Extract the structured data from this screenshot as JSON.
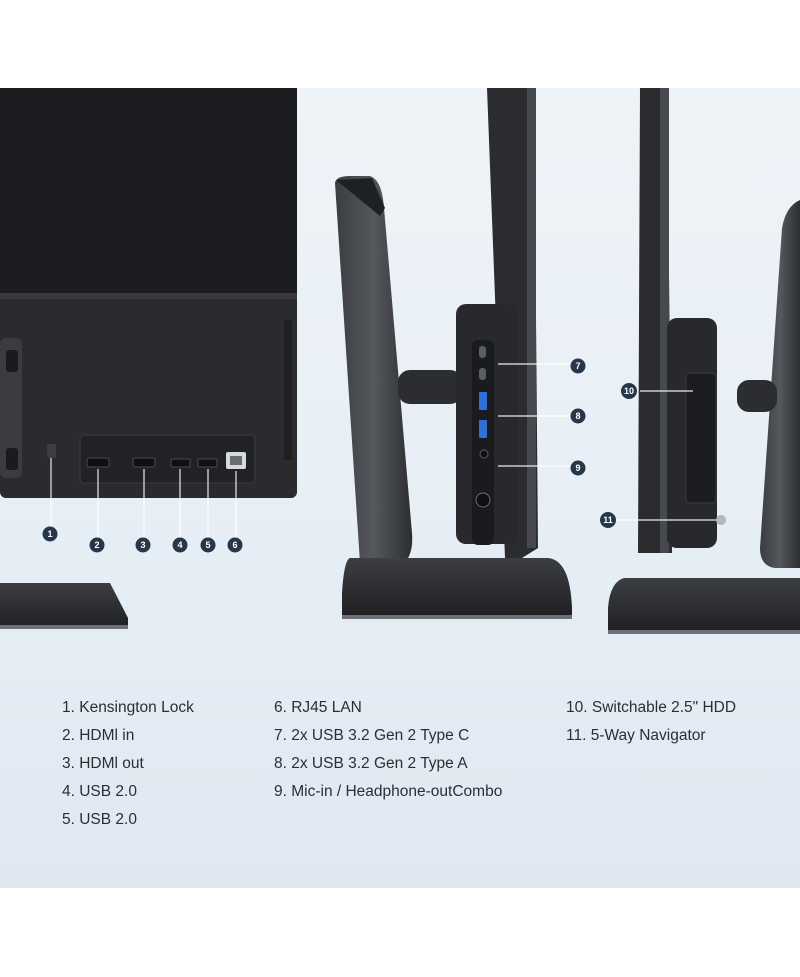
{
  "callouts": [
    "1",
    "2",
    "3",
    "4",
    "5",
    "6",
    "7",
    "8",
    "9",
    "10",
    "11"
  ],
  "legend": {
    "col1": [
      "1. Kensington Lock",
      "2. HDMl in",
      "3. HDMl out",
      "4. USB 2.0",
      "5. USB 2.0"
    ],
    "col2": [
      "6. RJ45 LAN",
      "7. 2x USB 3.2 Gen 2 Type C",
      "8. 2x USB 3.2 Gen 2 Type A",
      "9. Mic-in / Headphone-outCombo"
    ],
    "col3": [
      "10. Switchable 2.5\" HDD",
      "11. 5-Way Navigator"
    ]
  },
  "colors": {
    "background": "#e6eef5",
    "monitor_body": "#2b2d30",
    "callout_badge": "#27374a",
    "text": "#2a2f35"
  }
}
